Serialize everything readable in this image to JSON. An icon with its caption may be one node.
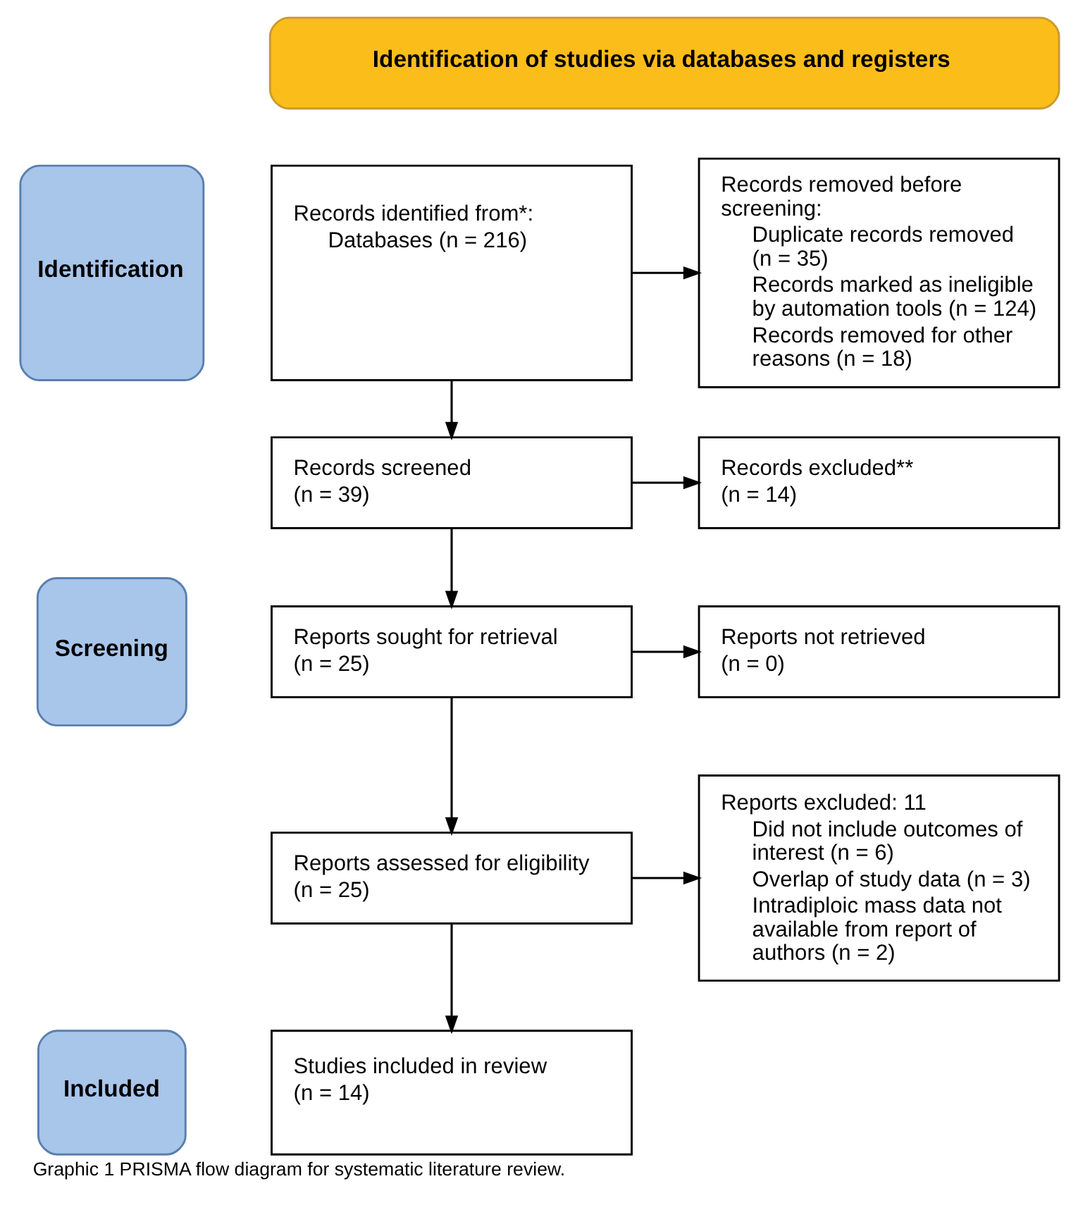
{
  "diagram": {
    "caption": "Graphic 1 PRISMA flow diagram for systematic literature review.",
    "nodes": [
      {
        "text": [
          "Identification of studies via databases and registers"
        ]
      },
      {
        "text": [
          "Identification"
        ]
      },
      {
        "text": [
          "Records identified from*:",
          "Databases (n = 216)"
        ]
      },
      {
        "text": [
          "Records removed before screening:",
          "Duplicate records removed (n = 35)",
          "Records marked as ineligible by automation tools (n = 124)",
          "Records removed for other reasons (n = 18)"
        ]
      },
      {
        "text": [
          "Screening"
        ]
      },
      {
        "text": [
          "Records screened",
          "(n = 39)"
        ]
      },
      {
        "text": [
          "Records excluded**",
          "(n = 14)"
        ]
      },
      {
        "text": [
          "Reports sought for retrieval",
          "(n = 25)"
        ]
      },
      {
        "text": [
          "Reports not retrieved",
          "(n = 0)"
        ]
      },
      {
        "text": [
          "Reports assessed for eligibility",
          "(n = 25)"
        ]
      },
      {
        "text": [
          "Reports excluded: 11",
          "Did not include outcomes of interest (n = 6)",
          "Overlap of study data (n = 3)",
          "Intradiploic mass data not available from report of authors (n = 2)"
        ]
      },
      {
        "text": [
          "Included"
        ]
      },
      {
        "text": [
          "Studies included in review",
          "(n = 14)"
        ]
      }
    ],
    "edges": [
      {
        "from": 2,
        "to": 3,
        "arrow": "to"
      },
      {
        "from": 2,
        "to": 5,
        "arrow": "to"
      },
      {
        "from": 5,
        "to": 6,
        "arrow": "to"
      },
      {
        "from": 5,
        "to": 7,
        "arrow": "to"
      },
      {
        "from": 7,
        "to": 8,
        "arrow": "to"
      },
      {
        "from": 7,
        "to": 9,
        "arrow": "to"
      },
      {
        "from": 9,
        "to": 10,
        "arrow": "to"
      },
      {
        "from": 9,
        "to": 12,
        "arrow": "to"
      }
    ]
  }
}
